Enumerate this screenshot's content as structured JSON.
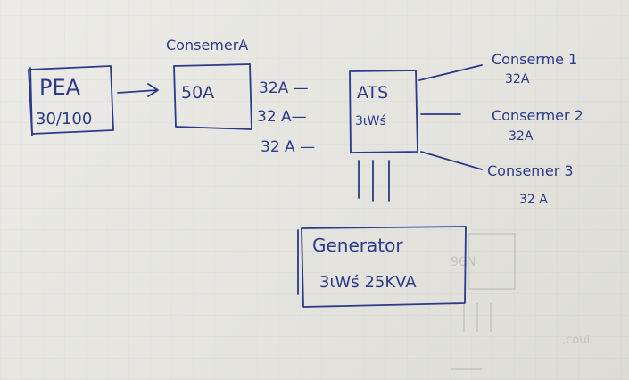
{
  "pea": {
    "title": "PEA",
    "rating": "30/100"
  },
  "consumer_a": {
    "label": "ConsemerA",
    "breaker": "50A"
  },
  "feeds": [
    "32A —",
    "32 A—",
    "32 A —"
  ],
  "ats": {
    "title": "ATS",
    "sub": "3ιWś"
  },
  "consumers": [
    {
      "name": "Conserme 1",
      "current": "32A"
    },
    {
      "name": "Consermer 2",
      "current": "32A"
    },
    {
      "name": "Consemer 3",
      "current": "32 A"
    }
  ],
  "generator": {
    "title": "Generator",
    "spec": "3ιWś 25KVA"
  }
}
